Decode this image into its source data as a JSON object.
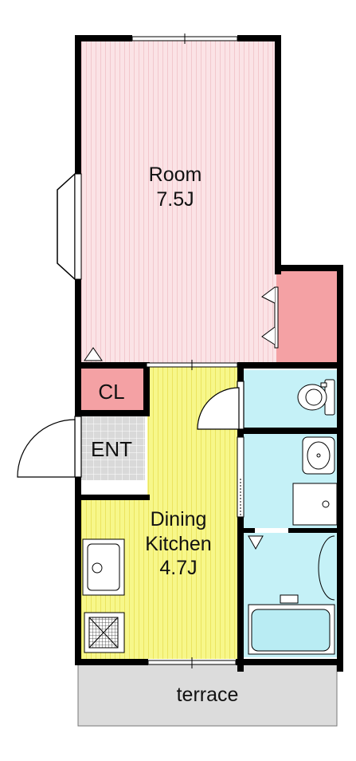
{
  "rooms": {
    "room": {
      "name": "Room",
      "size": "7.5J"
    },
    "dining_kitchen": {
      "name_line1": "Dining",
      "name_line2": "Kitchen",
      "size": "4.7J"
    },
    "closet": {
      "name": "CL"
    },
    "entrance": {
      "name": "ENT"
    },
    "terrace": {
      "name": "terrace"
    }
  },
  "colors": {
    "room_floor": "#fbe3e6",
    "closet_fill": "#f4a1a4",
    "dk_floor": "#f7f78a",
    "wet_area": "#c5f1f7",
    "entrance_floor": "#d9d9d9",
    "terrace_fill": "#dcdcdc",
    "wall": "#000000"
  }
}
